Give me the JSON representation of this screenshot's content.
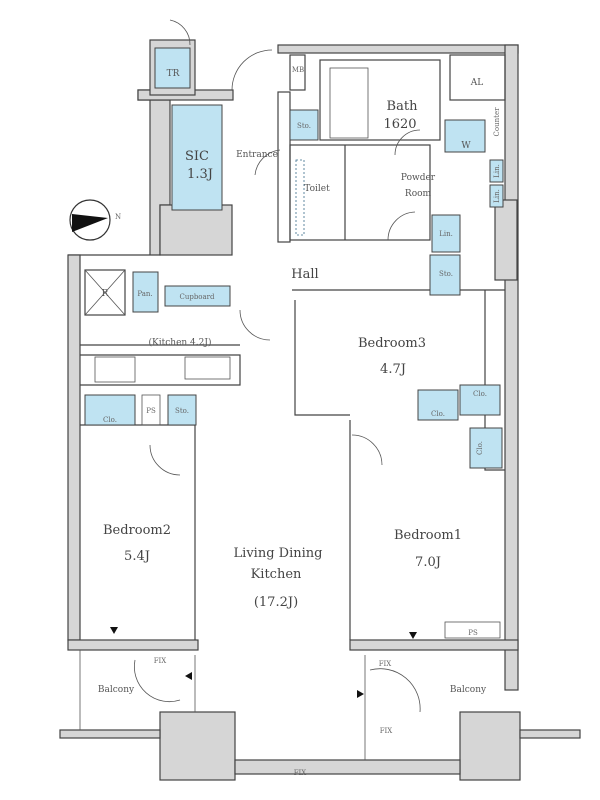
{
  "plan": {
    "rooms": {
      "tr": "TR",
      "mb": "MB",
      "bath": "Bath",
      "bath_size": "1620",
      "al": "AL",
      "sic": "SIC",
      "sic_size": "1.3J",
      "entrance": "Entrance",
      "entrance_sto": "Sto.",
      "toilet": "Toilet",
      "powder_room_1": "Powder",
      "powder_room_2": "Room",
      "washer": "W",
      "counter": "Counter",
      "lin_1": "Lin.",
      "lin_2": "Lin.",
      "lin_3": "Lin.",
      "hall_sto": "Sto.",
      "hall": "Hall",
      "refrigerator": "R",
      "pantry": "Pan.",
      "cupboard": "Cupboard",
      "kitchen": "(Kitchen 4.2J)",
      "kitchen_ps": "PS",
      "kitchen_sto": "Sto.",
      "bedroom2_clo": "Clo.",
      "bedroom3": "Bedroom3",
      "bedroom3_size": "4.7J",
      "bedroom3_clo": "Clo.",
      "bedroom1_clo_1": "Clo.",
      "bedroom1_clo_2": "Clo.",
      "bedroom2": "Bedroom2",
      "bedroom2_size": "5.4J",
      "ldk_1": "Living Dining",
      "ldk_2": "Kitchen",
      "ldk_size": "(17.2J)",
      "bedroom1": "Bedroom1",
      "bedroom1_size": "7.0J",
      "bedroom1_ps": "PS",
      "fix_1": "FIX",
      "fix_2": "FIX",
      "fix_3": "FIX",
      "fix_4": "FIX",
      "balcony_left": "Balcony",
      "balcony_right": "Balcony"
    },
    "compass": "N",
    "colors": {
      "storage": "#bfe3f2",
      "wall": "#d6d6d6"
    }
  }
}
